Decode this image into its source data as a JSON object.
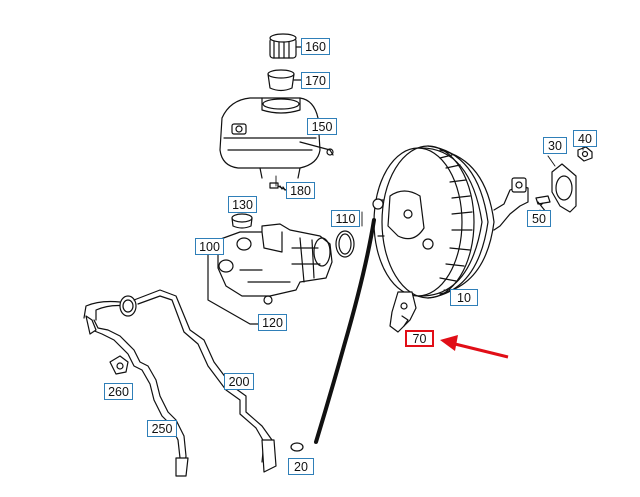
{
  "diagram": {
    "callouts": [
      {
        "key": "160",
        "text": "160"
      },
      {
        "key": "170",
        "text": "170"
      },
      {
        "key": "150",
        "text": "150"
      },
      {
        "key": "180",
        "text": "180"
      },
      {
        "key": "130",
        "text": "130"
      },
      {
        "key": "110",
        "text": "110"
      },
      {
        "key": "100",
        "text": "100"
      },
      {
        "key": "120",
        "text": "120"
      },
      {
        "key": "10",
        "text": "10"
      },
      {
        "key": "30",
        "text": "30"
      },
      {
        "key": "40",
        "text": "40"
      },
      {
        "key": "50",
        "text": "50"
      },
      {
        "key": "70",
        "text": "70"
      },
      {
        "key": "200",
        "text": "200"
      },
      {
        "key": "260",
        "text": "260"
      },
      {
        "key": "250",
        "text": "250"
      },
      {
        "key": "20",
        "text": "20"
      }
    ],
    "highlighted_callout": "70",
    "colors": {
      "label_border": "#2f7fb8",
      "highlight": "#e10e17",
      "line": "#111111"
    }
  }
}
